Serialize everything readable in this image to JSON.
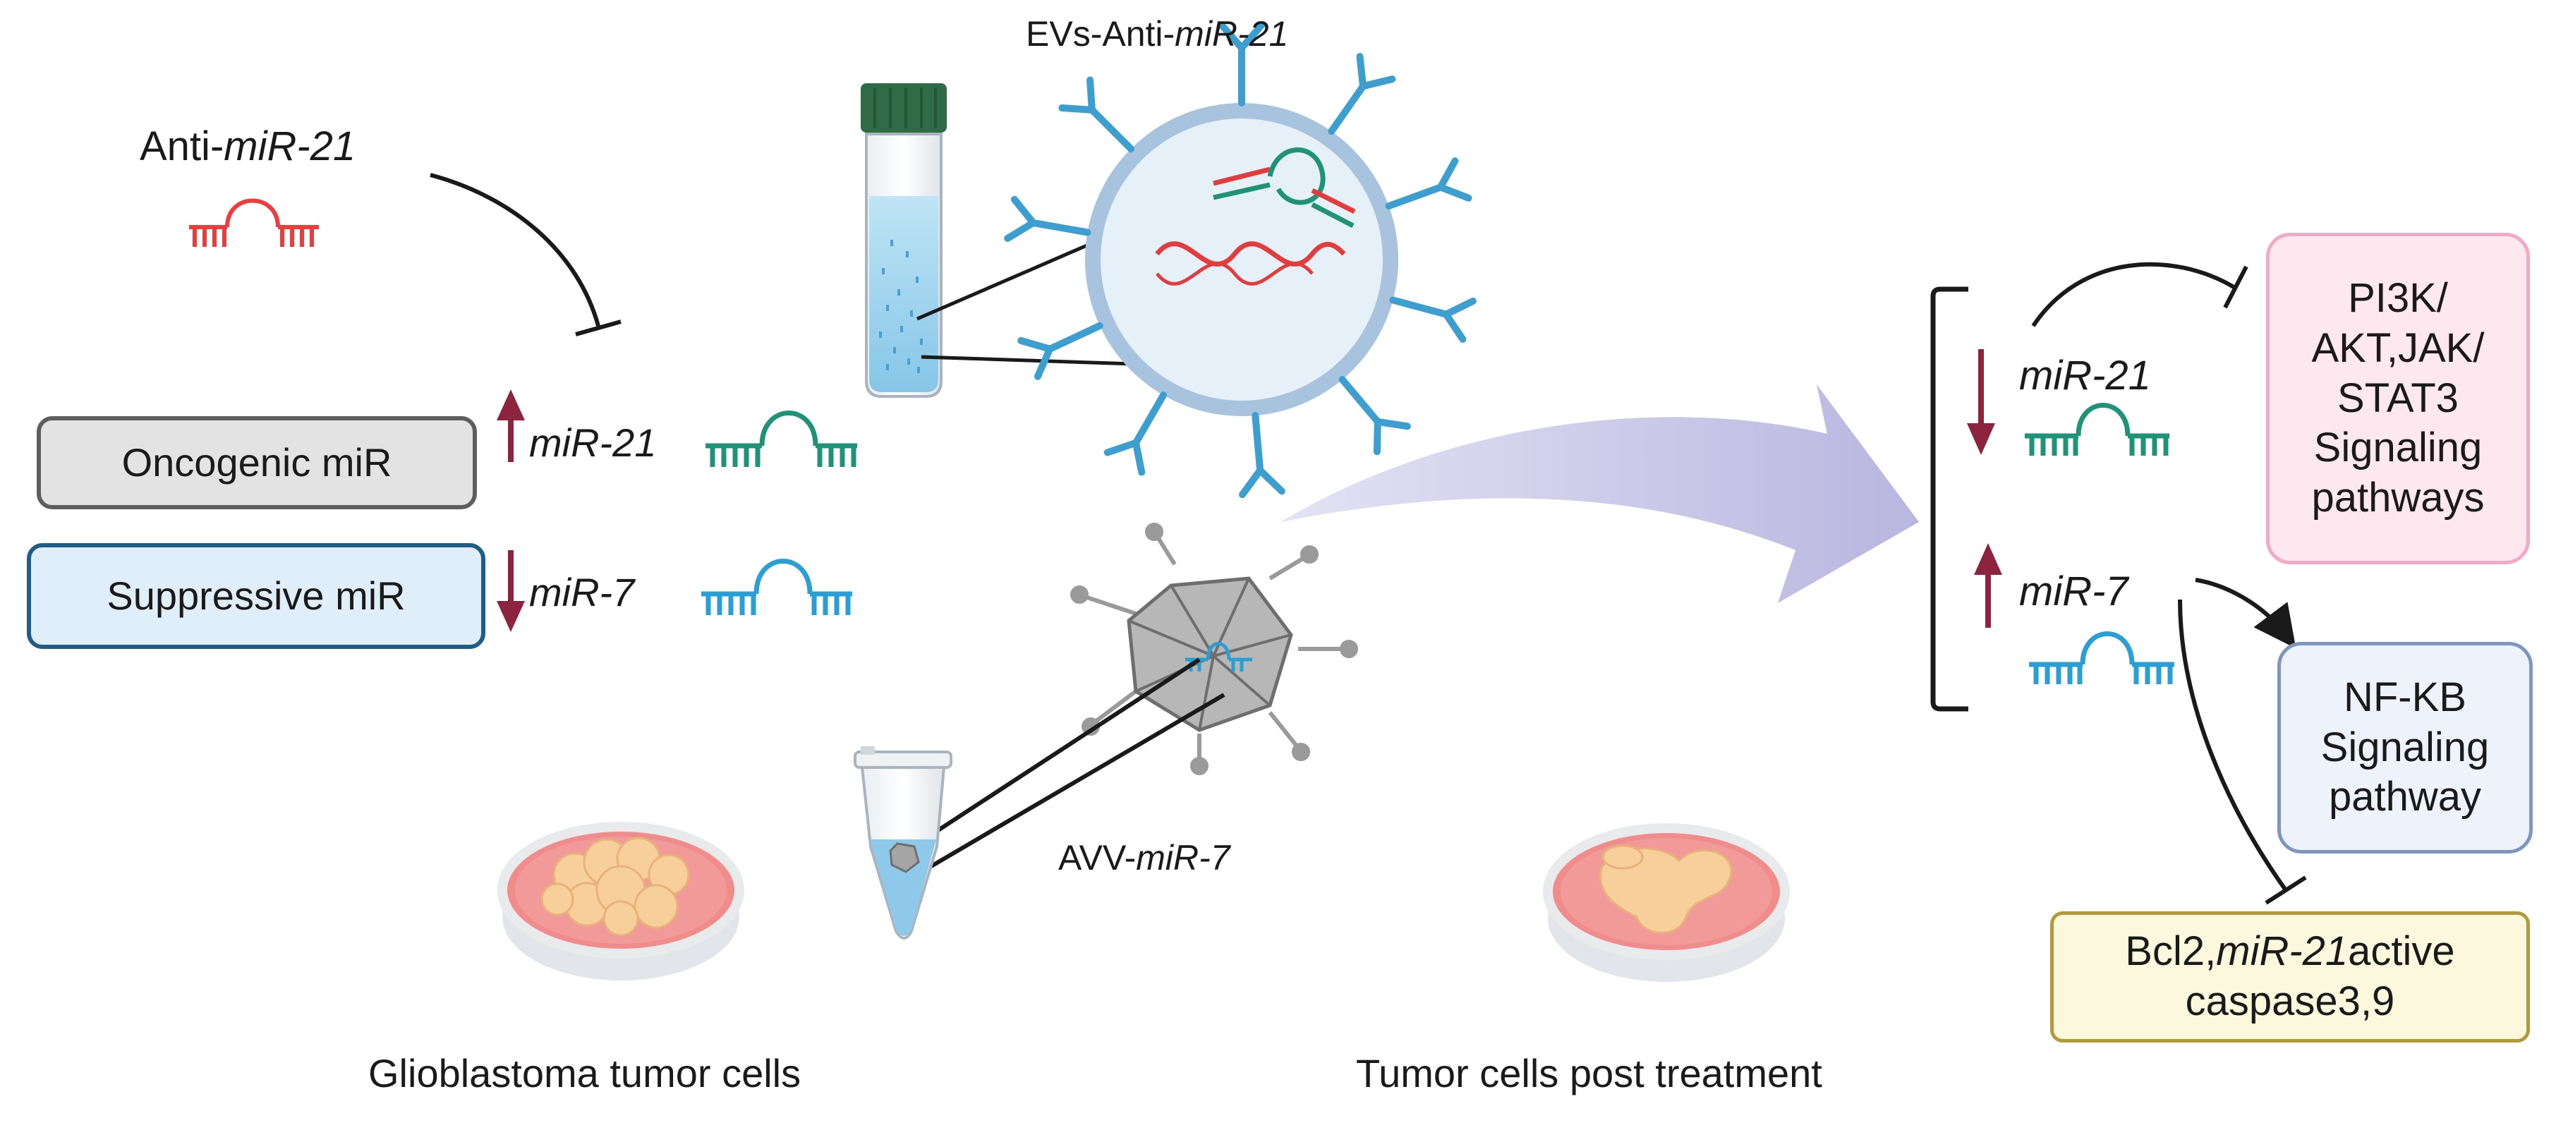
{
  "labels": {
    "anti_mir21_prefix": "Anti-",
    "anti_mir21_name": "miR-21",
    "evs_prefix": "EVs-Anti-",
    "evs_name": "miR-21",
    "mir21_left": "miR-21",
    "mir7_left": "miR-7",
    "avv_prefix": "AVV-",
    "avv_name": "miR-7",
    "glioblastoma": "Glioblastoma tumor cells",
    "post_treatment": "Tumor cells post treatment",
    "mir21_right": "miR-21",
    "mir7_right": "miR-7"
  },
  "boxes": {
    "oncogenic": "Oncogenic miR",
    "suppressive": "Suppressive miR",
    "pi3k_lines": [
      "PI3K/",
      "AKT,JAK/",
      "STAT3",
      "Signaling",
      "pathways"
    ],
    "nfkb_lines": [
      "NF-KB",
      "Signaling",
      "pathway"
    ],
    "bcl2_prefix": "Bcl2,",
    "bcl2_italic": "miR-21",
    "bcl2_suffix": "active",
    "bcl2_line2": "caspase3,9"
  },
  "colors": {
    "anti_mir_red": "#ee3b3b",
    "mir21_green": "#1f9378",
    "mir7_blue": "#2a9fd6",
    "arrow_maroon": "#8c2440",
    "big_arrow_lavender": "#c7c5e6",
    "tube_cap_green": "#2f6b46",
    "petri_pink": "#f08c8c",
    "cell_tan": "#f6cf9a"
  }
}
